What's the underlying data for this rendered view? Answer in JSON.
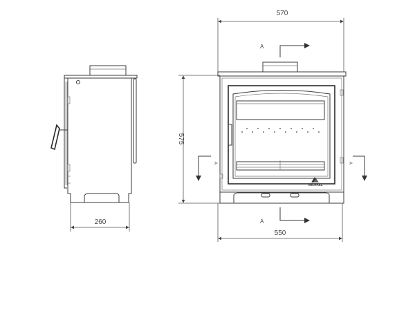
{
  "dimensions": {
    "top_width": "570",
    "height": "575",
    "bottom_width": "550",
    "side_depth": "260"
  },
  "section_markers": {
    "top": "A",
    "bottom": "A",
    "left": "A",
    "right": "A"
  },
  "brand": {
    "logo_text": "MICHAEL"
  }
}
